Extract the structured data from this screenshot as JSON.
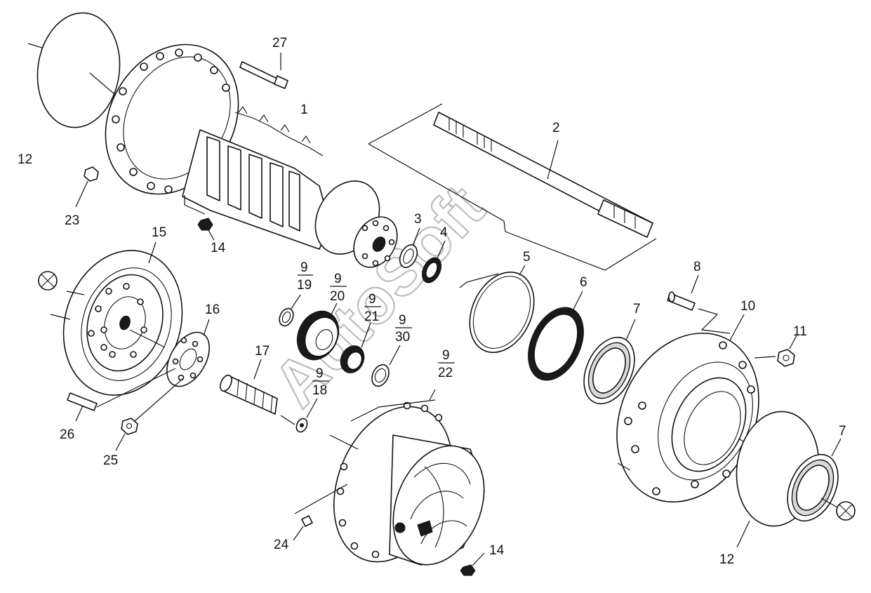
{
  "watermark": "AutoSoft",
  "labels": {
    "l1": "1",
    "l2": "2",
    "l3": "3",
    "l4": "4",
    "l5": "5",
    "l6": "6",
    "l7a": "7",
    "l7b": "7",
    "l8": "8",
    "l9_19_top": "9",
    "l9_19_bot": "19",
    "l9_20_top": "9",
    "l9_20_bot": "20",
    "l9_21_top": "9",
    "l9_21_bot": "21",
    "l9_30_top": "9",
    "l9_30_bot": "30",
    "l9_18_top": "9",
    "l9_18_bot": "18",
    "l9_22_top": "9",
    "l9_22_bot": "22",
    "l10": "10",
    "l11": "11",
    "l12a": "12",
    "l12b": "12",
    "l14a": "14",
    "l14b": "14",
    "l15": "15",
    "l16": "16",
    "l17": "17",
    "l23": "23",
    "l24": "24",
    "l25": "25",
    "l26": "26",
    "l27": "27"
  }
}
